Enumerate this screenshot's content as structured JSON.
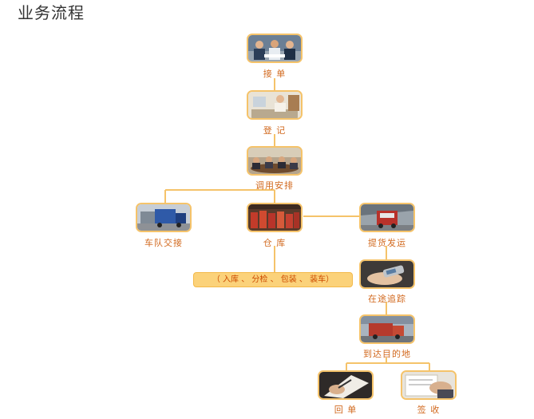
{
  "title": "业务流程",
  "steps": {
    "receive_order": {
      "label": "接 单"
    },
    "register": {
      "label": "登 记"
    },
    "dispatch": {
      "label": "调用安排"
    },
    "fleet_handover": {
      "label": "车队交接"
    },
    "warehouse": {
      "label": "仓 库"
    },
    "pickup_delivery": {
      "label": "提货发运"
    },
    "in_transit_tracking": {
      "label": "在途追踪"
    },
    "arrive_destination": {
      "label": "到达目的地"
    },
    "return_receipt": {
      "label": "回 单"
    },
    "sign_receipt": {
      "label": "签 收"
    }
  },
  "warehouse_tasks": {
    "text": "（ 入库  、  分检  、  包装 、  装车）"
  },
  "colors": {
    "connector": "#f5c36a",
    "label": "#d2691e",
    "photo_border": "#f5c36a",
    "task_bar": "#fbd27a"
  }
}
